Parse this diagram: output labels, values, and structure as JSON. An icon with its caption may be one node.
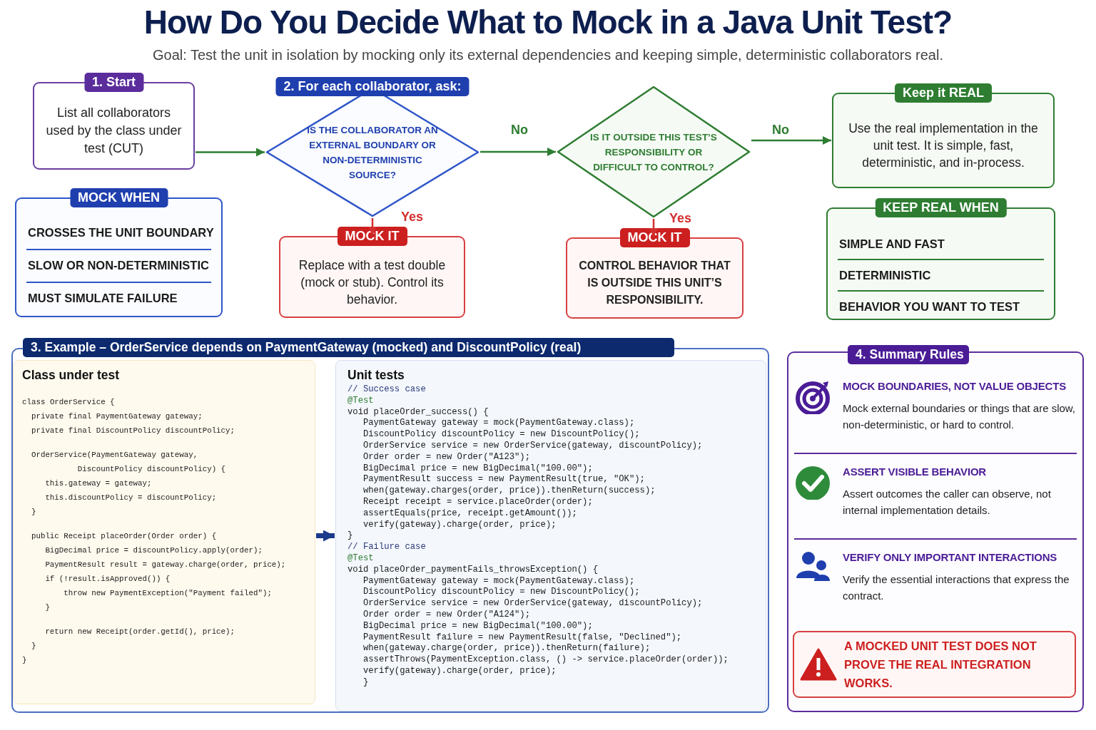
{
  "diagram": {
    "title": "How Do You Decide What to Mock in a Java Unit Test?",
    "labels": [
      "Goal: Test the unit in isolation by mocking only its external dependencies and keeping simple, deterministic collaborators real."
    ],
    "nodes": [
      {
        "text": [
          "1. Start",
          "List all collaborators used by the class under test (CUT)"
        ]
      },
      {
        "text": [
          "2. For each collaborator, ask:",
          "IS THE COLLABORATOR AN EXTERNAL BOUNDARY OR NON-DETERMINISTIC SOURCE?"
        ]
      },
      {
        "text": [
          "IS IT OUTSIDE THIS TEST’S RESPONSIBILITY OR DIFFICULT TO CONTROL?"
        ]
      },
      {
        "text": [
          "Keep it REAL",
          "Use the real implementation in the unit test. It is simple, fast, deterministic, and in-process."
        ]
      },
      {
        "text": [
          "MOCK WHEN",
          "CROSSES THE UNIT BOUNDARY",
          "SLOW OR NON-DETERMINISTIC",
          "MUST SIMULATE FAILURE"
        ]
      },
      {
        "text": [
          "MOCK IT",
          "Replace with a test double (mock or stub). Control its behavior."
        ]
      },
      {
        "text": [
          "MOCK IT",
          "CONTROL BEHAVIOR THAT IS OUTSIDE THIS UNIT’S RESPONSIBILITY."
        ]
      },
      {
        "text": [
          "KEEP REAL WHEN",
          "SIMPLE AND FAST",
          "DETERMINISTIC",
          "BEHAVIOR YOU WANT TO TEST"
        ]
      },
      {
        "text": [
          "3. Example – OrderService depends on PaymentGateway (mocked) and DiscountPolicy (real)"
        ]
      },
      {
        "text": [
          "Class under test",
          "class OrderService {",
          "private final PaymentGateway gateway;",
          "private final DiscountPolicy discountPolicy;",
          "OrderService(PaymentGateway gateway,",
          "DiscountPolicy discountPolicy) {",
          "this.gateway = gateway;",
          "this.discountPolicy = discountPolicy;",
          "}",
          "public Receipt placeOrder(Order order) {",
          "BigDecimal price = discountPolicy.apply(order);",
          "PaymentResult result = gateway.charge(order, price);",
          "if (!result.isApproved()) {",
          "throw new PaymentException(\"Payment failed\");",
          "}",
          "return new Receipt(order.getId(), price);",
          "}",
          "}"
        ],
        "in": 8
      },
      {
        "text": [
          "Unit tests",
          "// Success case",
          "@Test",
          "void placeOrder_success() {",
          "PaymentGateway gateway = mock(PaymentGateway.class);",
          "DiscountPolicy discountPolicy = new DiscountPolicy();",
          "OrderService service = new OrderService(gateway, discountPolicy);",
          "Order order = new Order(\"A123\");",
          "BigDecimal price = new BigDecimal(\"100.00\");",
          "PaymentResult success = new PaymentResult(true, \"OK\");",
          "when(gateway.charges(order, price)).thenReturn(success);",
          "Receipt receipt = service.placeOrder(order);",
          "assertEquals(price, receipt.getAmount());",
          "verify(gateway).charge(order, price);",
          "}",
          "// Failure case",
          "@Test",
          "void placeOrder_paymentFails_throwsException() {",
          "PaymentGateway gateway = mock(PaymentGateway.class);",
          "DiscountPolicy discountPolicy = new DiscountPolicy();",
          "OrderService service = new OrderService(gateway, discountPolicy);",
          "Order order = new Order(\"A124\");",
          "BigDecimal price = new BigDecimal(\"100.00\");",
          "PaymentResult failure = new PaymentResult(false, \"Declined\");",
          "when(gateway.charge(order, price)).thenReturn(failure);",
          "assertThrows(PaymentException.class, () -> service.placeOrder(order));",
          "verify(gateway).charge(order, price);",
          "}"
        ],
        "in": 8
      },
      {
        "text": [
          "4. Summary Rules"
        ]
      },
      {
        "text": [
          "MOCK BOUNDARIES, NOT VALUE OBJECTS",
          "Mock external boundaries or things that are slow, non-deterministic, or hard to control."
        ],
        "in": 11
      },
      {
        "text": [
          "ASSERT VISIBLE BEHAVIOR",
          "Assert outcomes the caller can observe, not internal implementation details."
        ],
        "in": 11
      },
      {
        "text": [
          "VERIFY ONLY IMPORTANT INTERACTIONS",
          "Verify the essential interactions that express the contract."
        ],
        "in": 11
      },
      {
        "text": [
          "A MOCKED UNIT TEST DOES NOT PROVE THE REAL INTEGRATION WORKS."
        ],
        "in": 11
      }
    ],
    "edges": [
      {
        "from": 0,
        "to": 1,
        "arrow": "to"
      },
      {
        "from": 1,
        "to": 2,
        "arrow": "to",
        "label": "No"
      },
      {
        "from": 1,
        "to": 5,
        "arrow": "to",
        "label": "Yes",
        "color": "#d32f2f"
      },
      {
        "from": 2,
        "to": 3,
        "arrow": "to",
        "label": "No"
      },
      {
        "from": 2,
        "to": 6,
        "arrow": "to",
        "label": "Yes",
        "color": "#d32f2f"
      },
      {
        "from": 9,
        "to": 10,
        "arrow": "to",
        "style": "thick",
        "color": "#1a3a8a"
      }
    ]
  }
}
